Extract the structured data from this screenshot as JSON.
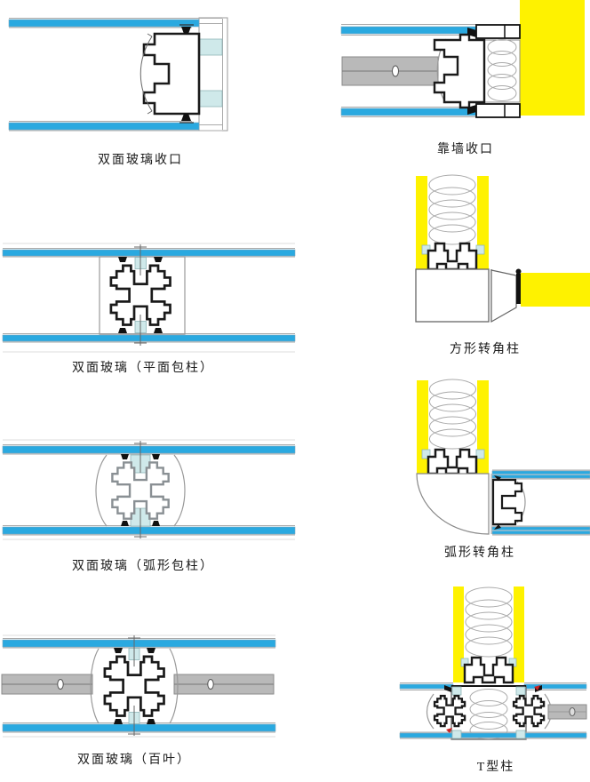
{
  "colors": {
    "glass_blue": "#2aa9e0",
    "wall_yellow": "#fef200",
    "gasket_cyan": "#cfe9ea",
    "louver_gray": "#b9b9b9",
    "profile_black": "#1a1a1a",
    "profile_gray": "#8a9094",
    "outline_gray": "#999999",
    "coil_gray": "#aaaaaa",
    "label_color": "#1a1a1a"
  },
  "diagrams": [
    {
      "id": "double-glass-end-cap",
      "caption": "双面玻璃收口"
    },
    {
      "id": "against-wall-end-cap",
      "caption": "靠墙收口"
    },
    {
      "id": "double-glass-flat-column-wrap",
      "caption": "双面玻璃（平面包柱）"
    },
    {
      "id": "square-corner-column",
      "caption": "方形转角柱"
    },
    {
      "id": "double-glass-curved-column-wrap",
      "caption": "双面玻璃（弧形包柱）"
    },
    {
      "id": "curved-corner-column",
      "caption": "弧形转角柱"
    },
    {
      "id": "double-glass-louver",
      "caption": "双面玻璃（百叶）"
    },
    {
      "id": "t-shaped-column",
      "caption": "T型柱"
    }
  ]
}
